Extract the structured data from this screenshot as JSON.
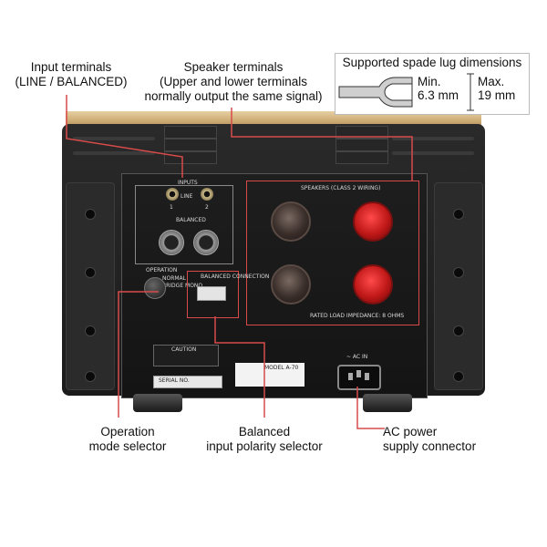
{
  "labels": {
    "input_terminals": [
      "Input terminals",
      "(LINE / BALANCED)"
    ],
    "speaker_terminals": [
      "Speaker terminals",
      "(Upper and lower terminals",
      "normally output the same signal)"
    ],
    "operation": [
      "Operation",
      "mode selector"
    ],
    "balanced": [
      "Balanced",
      "input polarity selector"
    ],
    "ac_power": [
      "AC power",
      "supply connector"
    ]
  },
  "inset": {
    "title": "Supported spade lug dimensions",
    "min": [
      "Min.",
      "6.3 mm"
    ],
    "max": [
      "Max.",
      "19 mm"
    ]
  },
  "panel_text": {
    "inputs": "INPUTS",
    "line": "LINE",
    "balanced": "BALANCED",
    "ch1": "1",
    "ch2": "2",
    "speakers": "SPEAKERS (CLASS 2 WIRING)",
    "rated_load": "RATED LOAD IMPEDANCE: 8 OHMS",
    "operation": "OPERATION",
    "normal": "NORMAL",
    "bridge": "BRIDGE MONO",
    "balanced_connection": "BALANCED CONNECTION",
    "ac_in": "~ AC IN",
    "caution": "CAUTION",
    "serial": "SERIAL NO.",
    "model": "MODEL A-70"
  },
  "colors": {
    "callout": "#d84a4a",
    "red_post": "#c01818"
  }
}
